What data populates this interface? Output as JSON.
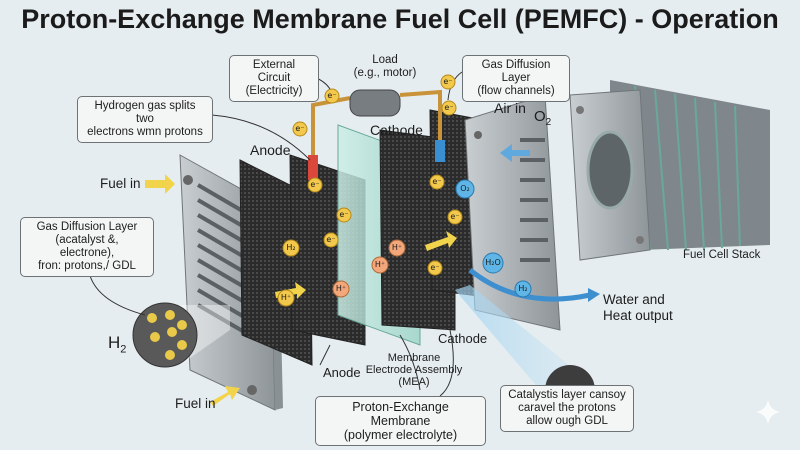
{
  "title": "Proton-Exchange Membrane Fuel Cell (PEMFC) - Operation",
  "callouts": {
    "external_circuit": [
      "External Circuit",
      "(Electricity)"
    ],
    "load": [
      "Load",
      "(e.g., motor)"
    ],
    "gdl_flow": [
      "Gas Diffusion Layer",
      "(flow channels)"
    ],
    "hydrogen_split": [
      "Hydrogen gas splits two",
      "electrons wmn protons"
    ],
    "gdl_left": [
      "Gas Diffusion Layer",
      "(acatalyst &, electrone),",
      "fron: protons,/ GDL"
    ],
    "pem": [
      "Proton-Exchange Membrane",
      "(polymer electrolyte)"
    ],
    "catalyst": [
      "Catalystis layer cansoy",
      "caravel the protons",
      "allow ough GDL"
    ],
    "mea": [
      "Membrane",
      "Electrode Assembly",
      "(MEA)"
    ]
  },
  "labels": {
    "anode_top": "Anode",
    "cathode_top": "Cathode",
    "air_in": "Air in",
    "o2": "O",
    "o2_sub": "2",
    "fuel_in_top": "Fuel in",
    "fuel_in_bottom": "Fuel in",
    "h2": "H",
    "h2_sub": "2",
    "fuel_cell_stack": "Fuel Cell Stack",
    "water_heat": [
      "Water and",
      "Heat output"
    ],
    "anode_bottom": "Anode",
    "cathode_bottom": "Cathode"
  },
  "particles": {
    "electron": "e⁻",
    "proton": "H⁺",
    "hydrogen": "H₂",
    "oxygen": "O₂",
    "water": "H₂O"
  },
  "colors": {
    "background": "#e6edf0",
    "electron": "#f2c94c",
    "proton": "#f4a77a",
    "water": "#5fb6e6",
    "wire": "#c9933a",
    "anode_terminal": "#d9483b",
    "cathode_terminal": "#3a8fd0",
    "membrane": "#a9d8cf",
    "plate": "#aab0b4"
  }
}
